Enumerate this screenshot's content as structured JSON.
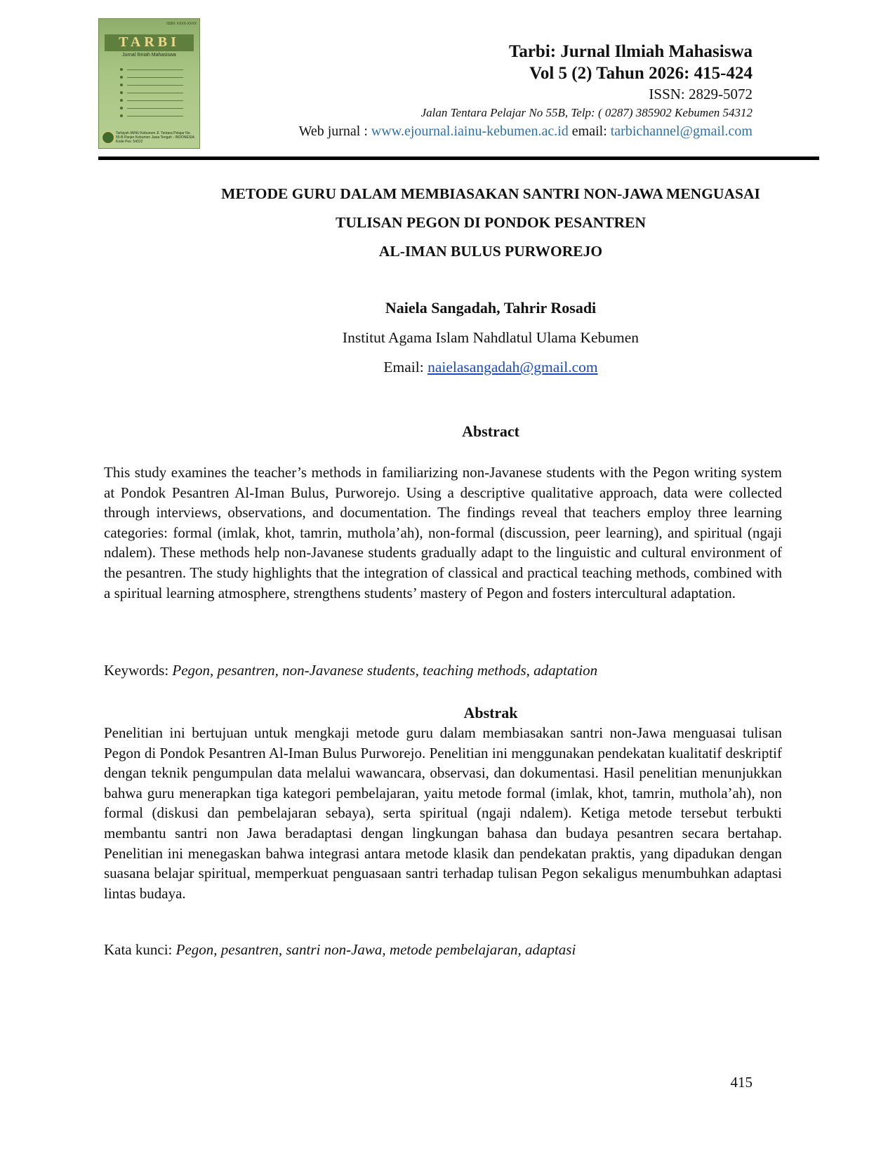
{
  "cover": {
    "issn": "ISSN: XXXX-XXXX",
    "logo": "TARBI",
    "subtitle": "Jurnal Ilmiah Mahasiswa",
    "address": "Tarbiyah IAINU Kebumen Jl. Tentara Pelajar No. 55-B Panjer Kebumen Jawa Tengah - INDONESIA Kode Pos: 54312"
  },
  "header": {
    "journal": "Tarbi: Jurnal Ilmiah Mahasiswa",
    "volume": "Vol 5 (2) Tahun 2026: 415-424",
    "issn": "ISSN:  2829-5072",
    "address": "Jalan Tentara Pelajar No 55B, Telp: ( 0287) 385902 Kebumen 54312",
    "web_label": "Web jurnal : ",
    "web_url": "www.ejournal.iainu-kebumen.ac.id",
    "email_label": " email: ",
    "email": "tarbichannel@gmail.com"
  },
  "title": {
    "line1": "METODE GURU DALAM MEMBIASAKAN SANTRI NON-JAWA MENGUASAI",
    "line2": "TULISAN PEGON DI PONDOK PESANTREN",
    "line3": "AL-IMAN BULUS PURWOREJO"
  },
  "authors": "Naiela Sangadah, Tahrir Rosadi",
  "affiliation": "Institut Agama Islam Nahdlatul Ulama Kebumen",
  "email_label": "Email: ",
  "email": "naielasangadah@gmail.com",
  "abstract": {
    "heading": "Abstract",
    "text": "This study examines the teacher’s methods in familiarizing non-Javanese students with the Pegon writing system at Pondok Pesantren Al-Iman Bulus, Purworejo. Using a descriptive qualitative approach, data were collected through interviews, observations, and documentation. The findings reveal that teachers employ three learning categories: formal (imlak, khot, tamrin, muthola’ah), non-formal (discussion, peer learning), and spiritual (ngaji ndalem). These methods help non-Javanese students gradually adapt to the linguistic and cultural environment of the pesantren. The study highlights that the integration of classical and practical teaching methods, combined with a spiritual learning atmosphere, strengthens students’ mastery of Pegon and fosters intercultural adaptation.",
    "keywords_label": "Keywords: ",
    "keywords": "Pegon, pesantren, non-Javanese students, teaching methods, adaptation"
  },
  "abstrak": {
    "heading": "Abstrak",
    "text": "Penelitian ini bertujuan untuk mengkaji metode guru dalam membiasakan santri non-Jawa menguasai tulisan Pegon di Pondok Pesantren Al-Iman Bulus Purworejo. Penelitian ini menggunakan pendekatan kualitatif deskriptif dengan teknik pengumpulan data melalui wawancara, observasi, dan dokumentasi. Hasil penelitian menunjukkan bahwa guru menerapkan tiga kategori pembelajaran, yaitu metode formal (imlak, khot, tamrin, muthola’ah), non formal (diskusi dan pembelajaran sebaya), serta spiritual (ngaji ndalem). Ketiga metode tersebut terbukti membantu santri non Jawa beradaptasi dengan lingkungan bahasa dan budaya pesantren secara bertahap. Penelitian ini menegaskan bahwa integrasi antara metode klasik dan pendekatan praktis, yang dipadukan dengan suasana belajar spiritual, memperkuat penguasaan santri terhadap tulisan Pegon sekaligus menumbuhkan adaptasi lintas budaya.",
    "keywords_label": "Kata kunci: ",
    "keywords": "Pegon, pesantren, santri non-Jawa, metode pembelajaran, adaptasi"
  },
  "page_number": "415"
}
